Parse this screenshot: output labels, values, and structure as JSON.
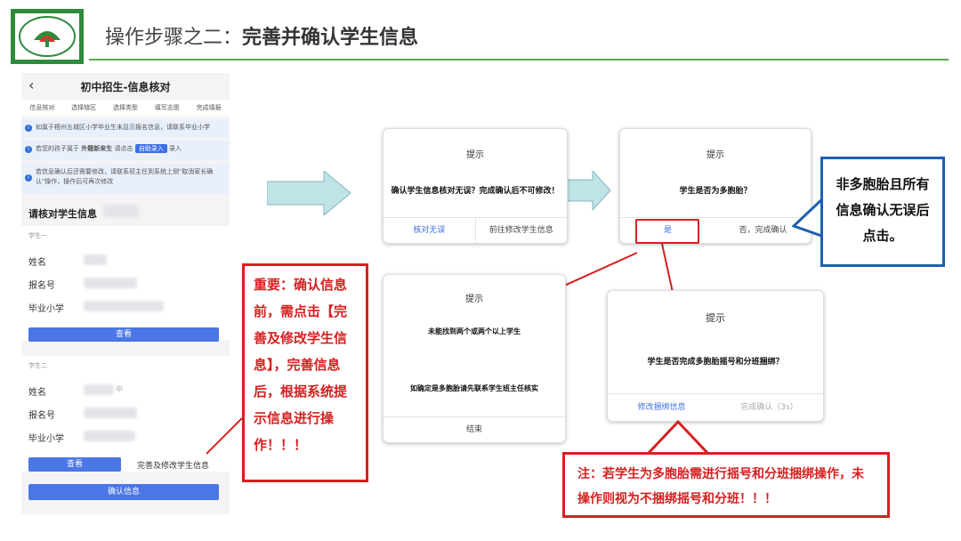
{
  "header": {
    "title_prefix": "操作步骤之二：",
    "title_main": "完善并确认学生信息"
  },
  "phone": {
    "title": "初中招生-信息核对",
    "steps": [
      "信息核对",
      "选择辖区",
      "选择类型",
      "填写志愿",
      "完成填报"
    ],
    "notice1": "如属于梧州五城区小学毕业生未显示报名信息，请联系毕业小学",
    "notice2_pre": "若您的孩子属于",
    "notice2_bold": "外籍新来生",
    "notice2_mid": "请点击",
    "notice2_btn": "自助录入",
    "notice2_post": "录入",
    "notice3": "若信息确认后还需要修改，请联系班主任到系统上侧\"取消家长确认\"操作，操作后可再次修改",
    "section_title": "请核对学生信息",
    "student1_label": "学生一",
    "student2_label": "学生二",
    "field_name": "姓名",
    "field_regno": "报名号",
    "field_school": "毕业小学",
    "view_button": "查看",
    "view_button2": "查看",
    "edit_link": "完善及修改学生信息",
    "confirm_button": "确认信息",
    "name2_tail": "中"
  },
  "dialog1": {
    "title": "提示",
    "message": "确认学生信息核对无误？完成确认后不可修改！",
    "btn_left": "核对无误",
    "btn_right": "前往修改学生信息"
  },
  "dialog2": {
    "title": "提示",
    "message": "学生是否为多胞胎？",
    "btn_yes": "是",
    "btn_no": "否，完成确认"
  },
  "dialog3": {
    "title": "提示",
    "message1": "未能找到两个或两个以上学生",
    "message2": "如确定是多胞胎请先联系学生班主任核实",
    "btn": "结束"
  },
  "dialog4": {
    "title": "提示",
    "message": "学生是否完成多胞胎摇号和分班捆绑？",
    "btn_left": "修改捆绑信息",
    "btn_right": "完成确认（3s）"
  },
  "callout_red_left": "重要：确认信息前，需点击【完善及修改学生信息】，完善信息后，根据系统提示信息进行操作！！！",
  "callout_blue": "非多胞胎且所有信息确认无误后点击。",
  "callout_red_bottom": "注：若学生为多胞胎需进行摇号和分班捆绑操作，未操作则视为不捆绑摇号和分班！！！",
  "colors": {
    "accent_green": "#2e8b3c",
    "primary_blue": "#4a76e6",
    "alert_red": "#d62020",
    "callout_blue": "#1e5fb0",
    "arrow_fill": "#bfe3e6"
  }
}
